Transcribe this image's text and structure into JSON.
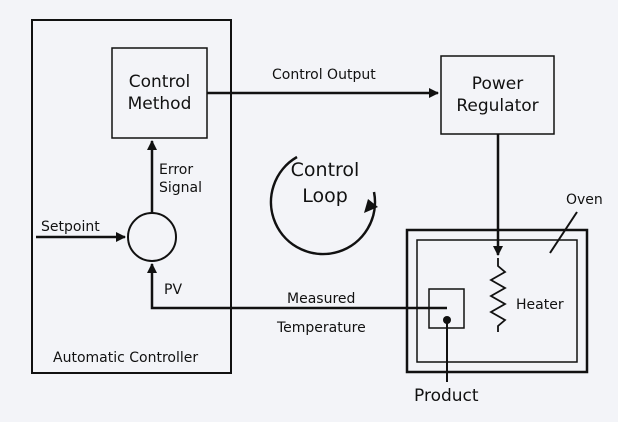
{
  "diagram": {
    "colors": {
      "background": "#f3f4f8",
      "stroke": "#111111",
      "text": "#111111"
    },
    "controller": {
      "label": "Automatic Controller"
    },
    "control_method": {
      "line1": "Control",
      "line2": "Method"
    },
    "power_regulator": {
      "line1": "Power",
      "line2": "Regulator"
    },
    "control_output": {
      "label": "Control Output"
    },
    "error_signal": {
      "line1": "Error",
      "line2": "Signal"
    },
    "setpoint": {
      "label": "Setpoint"
    },
    "pv": {
      "label": "PV"
    },
    "measured_temperature": {
      "line1": "Measured",
      "line2": "Temperature"
    },
    "control_loop": {
      "line1": "Control",
      "line2": "Loop"
    },
    "oven": {
      "label": "Oven"
    },
    "heater": {
      "label": "Heater"
    },
    "product": {
      "label": "Product"
    }
  }
}
